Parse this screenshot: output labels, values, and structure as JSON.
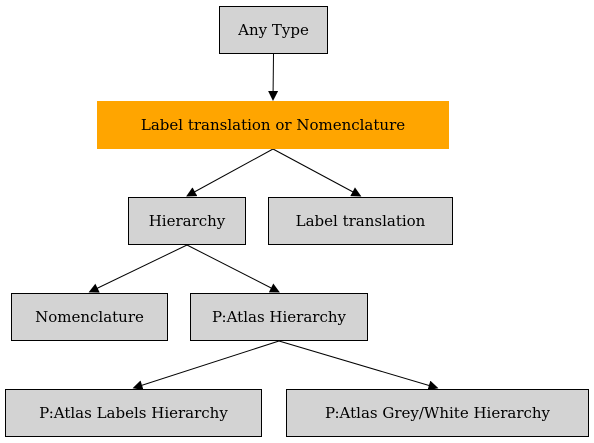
{
  "diagram": {
    "nodes": {
      "any_type": "Any Type",
      "label_or_nomenclature": "Label translation or Nomenclature",
      "hierarchy": "Hierarchy",
      "label_translation": "Label translation",
      "nomenclature": "Nomenclature",
      "patlas_hierarchy": "P:Atlas Hierarchy",
      "patlas_labels_hierarchy": "P:Atlas Labels Hierarchy",
      "patlas_greywhite_hierarchy": "P:Atlas Grey/White Hierarchy"
    },
    "edges": [
      [
        "any_type",
        "label_or_nomenclature"
      ],
      [
        "label_or_nomenclature",
        "hierarchy"
      ],
      [
        "label_or_nomenclature",
        "label_translation"
      ],
      [
        "hierarchy",
        "nomenclature"
      ],
      [
        "hierarchy",
        "patlas_hierarchy"
      ],
      [
        "patlas_hierarchy",
        "patlas_labels_hierarchy"
      ],
      [
        "patlas_hierarchy",
        "patlas_greywhite_hierarchy"
      ]
    ],
    "colors": {
      "node_fill": "#d3d3d3",
      "highlight_fill": "#ffa500",
      "edge": "#000000"
    }
  }
}
